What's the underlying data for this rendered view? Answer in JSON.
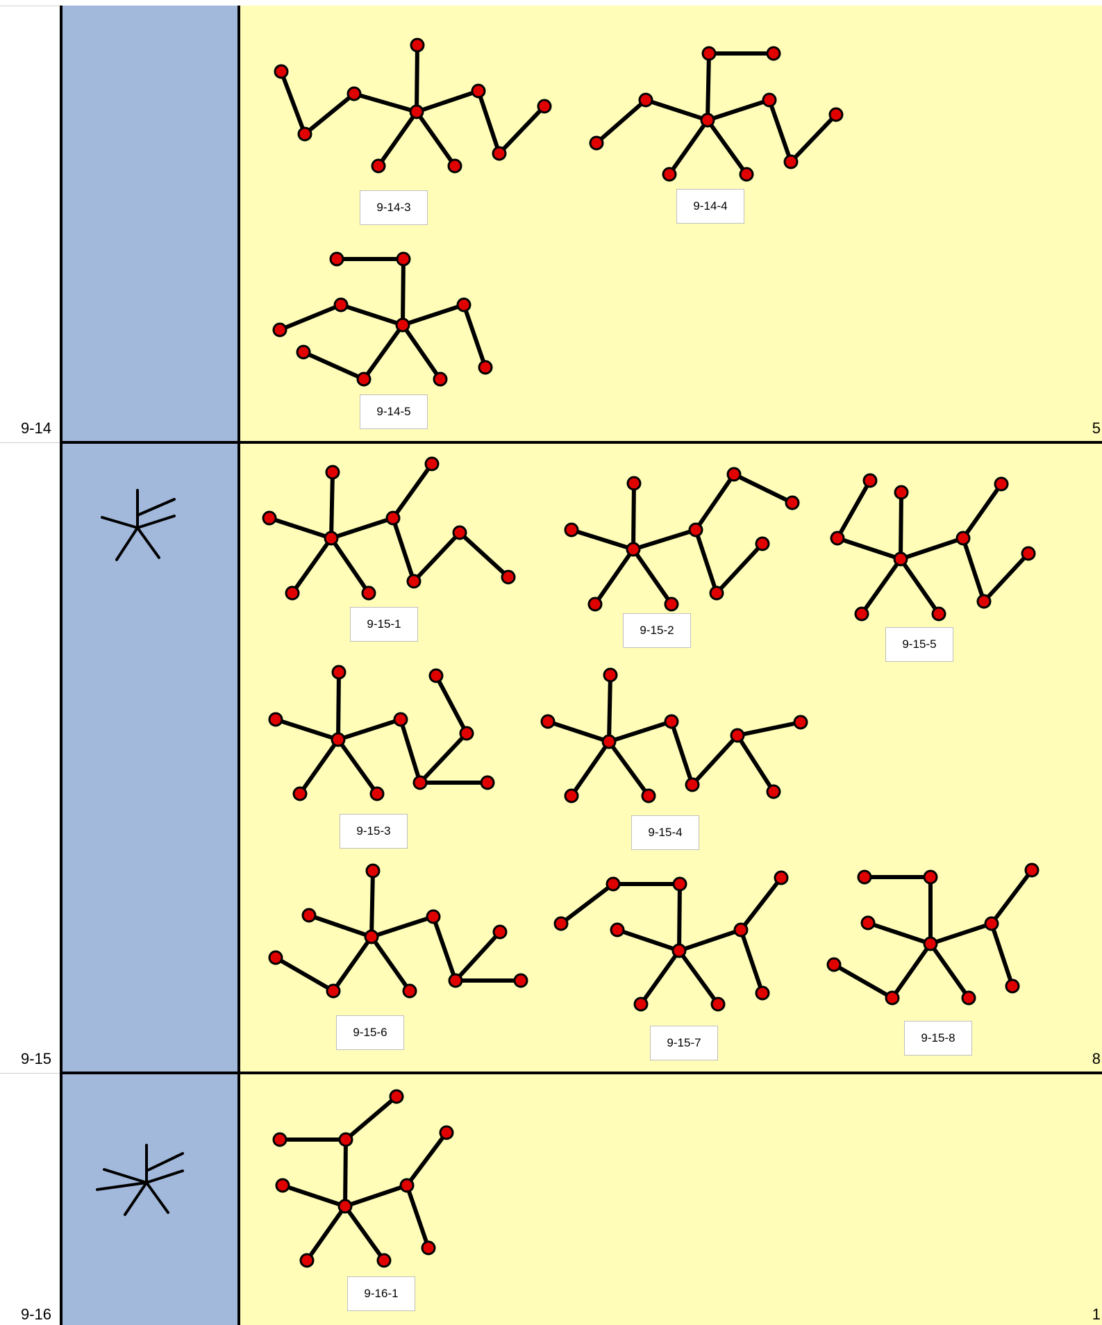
{
  "rows": [
    {
      "label": "9-14",
      "count": "5"
    },
    {
      "label": "9-15",
      "count": "8"
    },
    {
      "label": "9-16",
      "count": "1"
    }
  ],
  "graphs": [
    {
      "label": "9-14-3"
    },
    {
      "label": "9-14-4"
    },
    {
      "label": "9-14-5"
    },
    {
      "label": "9-15-1"
    },
    {
      "label": "9-15-2"
    },
    {
      "label": "9-15-5"
    },
    {
      "label": "9-15-3"
    },
    {
      "label": "9-15-4"
    },
    {
      "label": "9-15-6"
    },
    {
      "label": "9-15-7"
    },
    {
      "label": "9-15-8"
    },
    {
      "label": "9-16-1"
    }
  ],
  "icons": [
    "branched-tree-icon",
    "branched-tree-icon"
  ],
  "colors": {
    "icon_column": "#a2b9dc",
    "graph_area": "#fffdb8",
    "node": "#e00000",
    "edge": "#000000"
  }
}
